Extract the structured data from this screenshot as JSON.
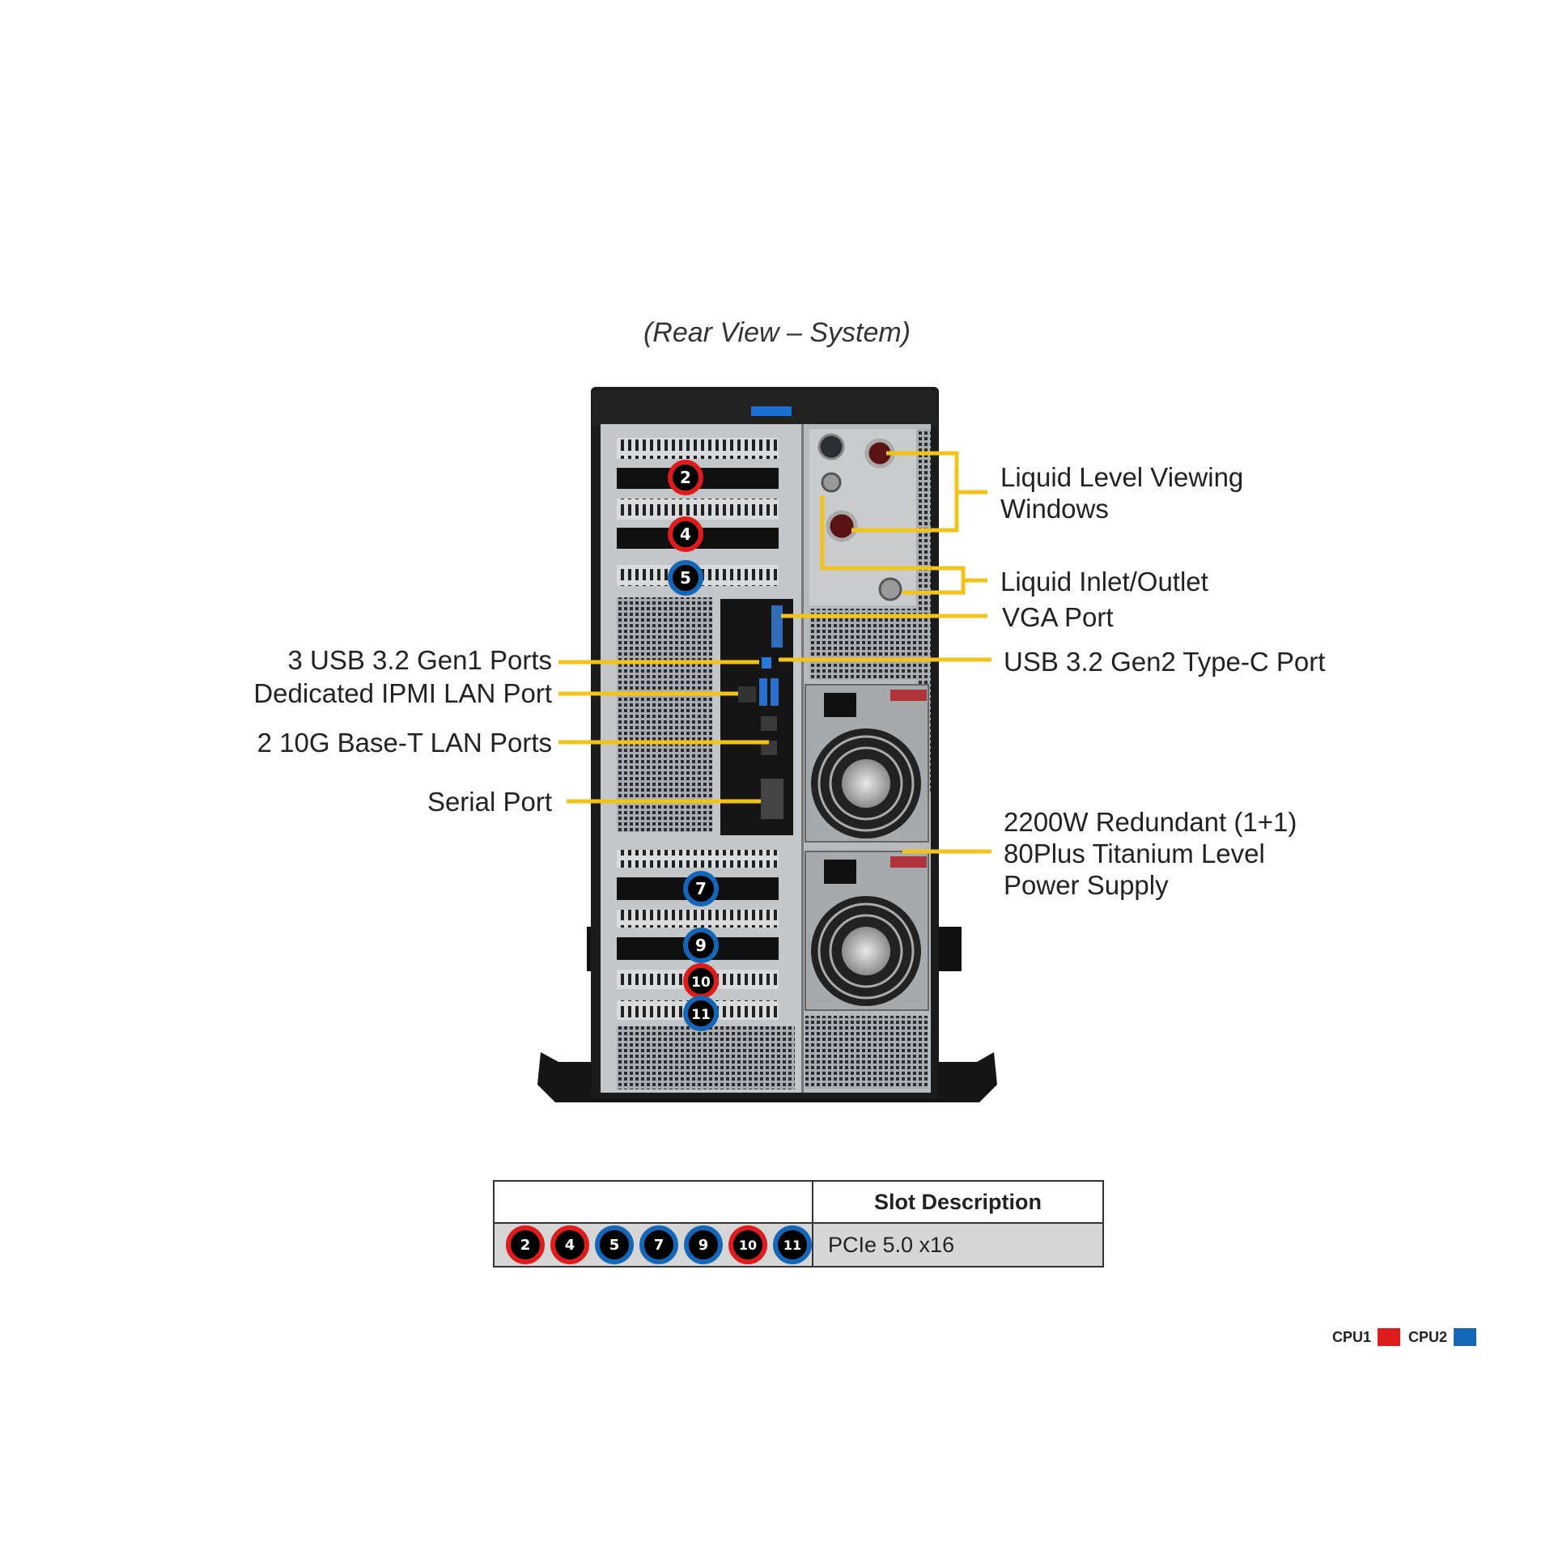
{
  "caption": "(Rear View – System)",
  "labels": {
    "liquid_level": [
      "Liquid Level Viewing",
      "Windows"
    ],
    "liquid_inlet": "Liquid Inlet/Outlet",
    "vga": "VGA Port",
    "usb_type_c": "USB 3.2 Gen2 Type-C Port",
    "usb_gen1": "3 USB 3.2 Gen1 Ports",
    "ipmi": "Dedicated IPMI LAN Port",
    "lan_10g": "2 10G Base-T LAN Ports",
    "serial": "Serial Port",
    "psu": [
      "2200W Redundant (1+1)",
      "80Plus Titanium Level",
      "Power Supply"
    ]
  },
  "slot_markers": [
    {
      "num": "2",
      "cpu": "cpu1"
    },
    {
      "num": "4",
      "cpu": "cpu1"
    },
    {
      "num": "5",
      "cpu": "cpu2"
    },
    {
      "num": "7",
      "cpu": "cpu2"
    },
    {
      "num": "9",
      "cpu": "cpu2"
    },
    {
      "num": "10",
      "cpu": "cpu1"
    },
    {
      "num": "11",
      "cpu": "cpu2"
    }
  ],
  "table": {
    "header": "Slot Description",
    "row_desc": "PCIe 5.0 x16",
    "row_badges": [
      {
        "num": "2",
        "cpu": "cpu1"
      },
      {
        "num": "4",
        "cpu": "cpu1"
      },
      {
        "num": "5",
        "cpu": "cpu2"
      },
      {
        "num": "7",
        "cpu": "cpu2"
      },
      {
        "num": "9",
        "cpu": "cpu2"
      },
      {
        "num": "10",
        "cpu": "cpu1"
      },
      {
        "num": "11",
        "cpu": "cpu2"
      }
    ]
  },
  "legend": {
    "cpu1": {
      "label": "CPU1",
      "color": "#e01b1b"
    },
    "cpu2": {
      "label": "CPU2",
      "color": "#1466b8"
    }
  },
  "colors": {
    "leader": "#f2c318",
    "chassis": "#1b1b1b",
    "panel": "#b9bcbf"
  }
}
